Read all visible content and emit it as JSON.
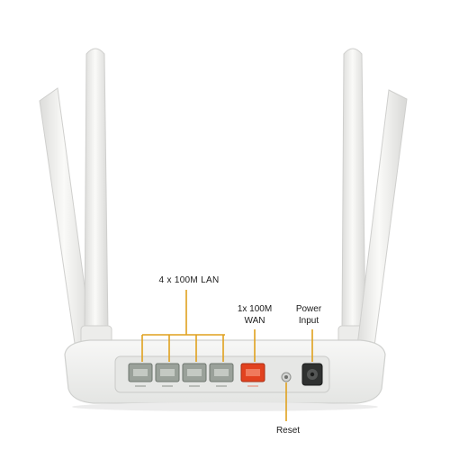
{
  "callouts": {
    "lan": "4 x 100M  LAN",
    "wan_line1": "1x 100M",
    "wan_line2": "WAN",
    "power_line1": "Power",
    "power_line2": "Input",
    "reset": "Reset"
  },
  "colors": {
    "router_body": "#f2f3f2",
    "antenna": "#f4f4f2",
    "lan_port": "#9aa19a",
    "wan_port": "#e2421f",
    "callout_line": "#e0a11e",
    "background": "#ffffff"
  },
  "ports": {
    "lan_count": 4,
    "wan_count": 1
  }
}
